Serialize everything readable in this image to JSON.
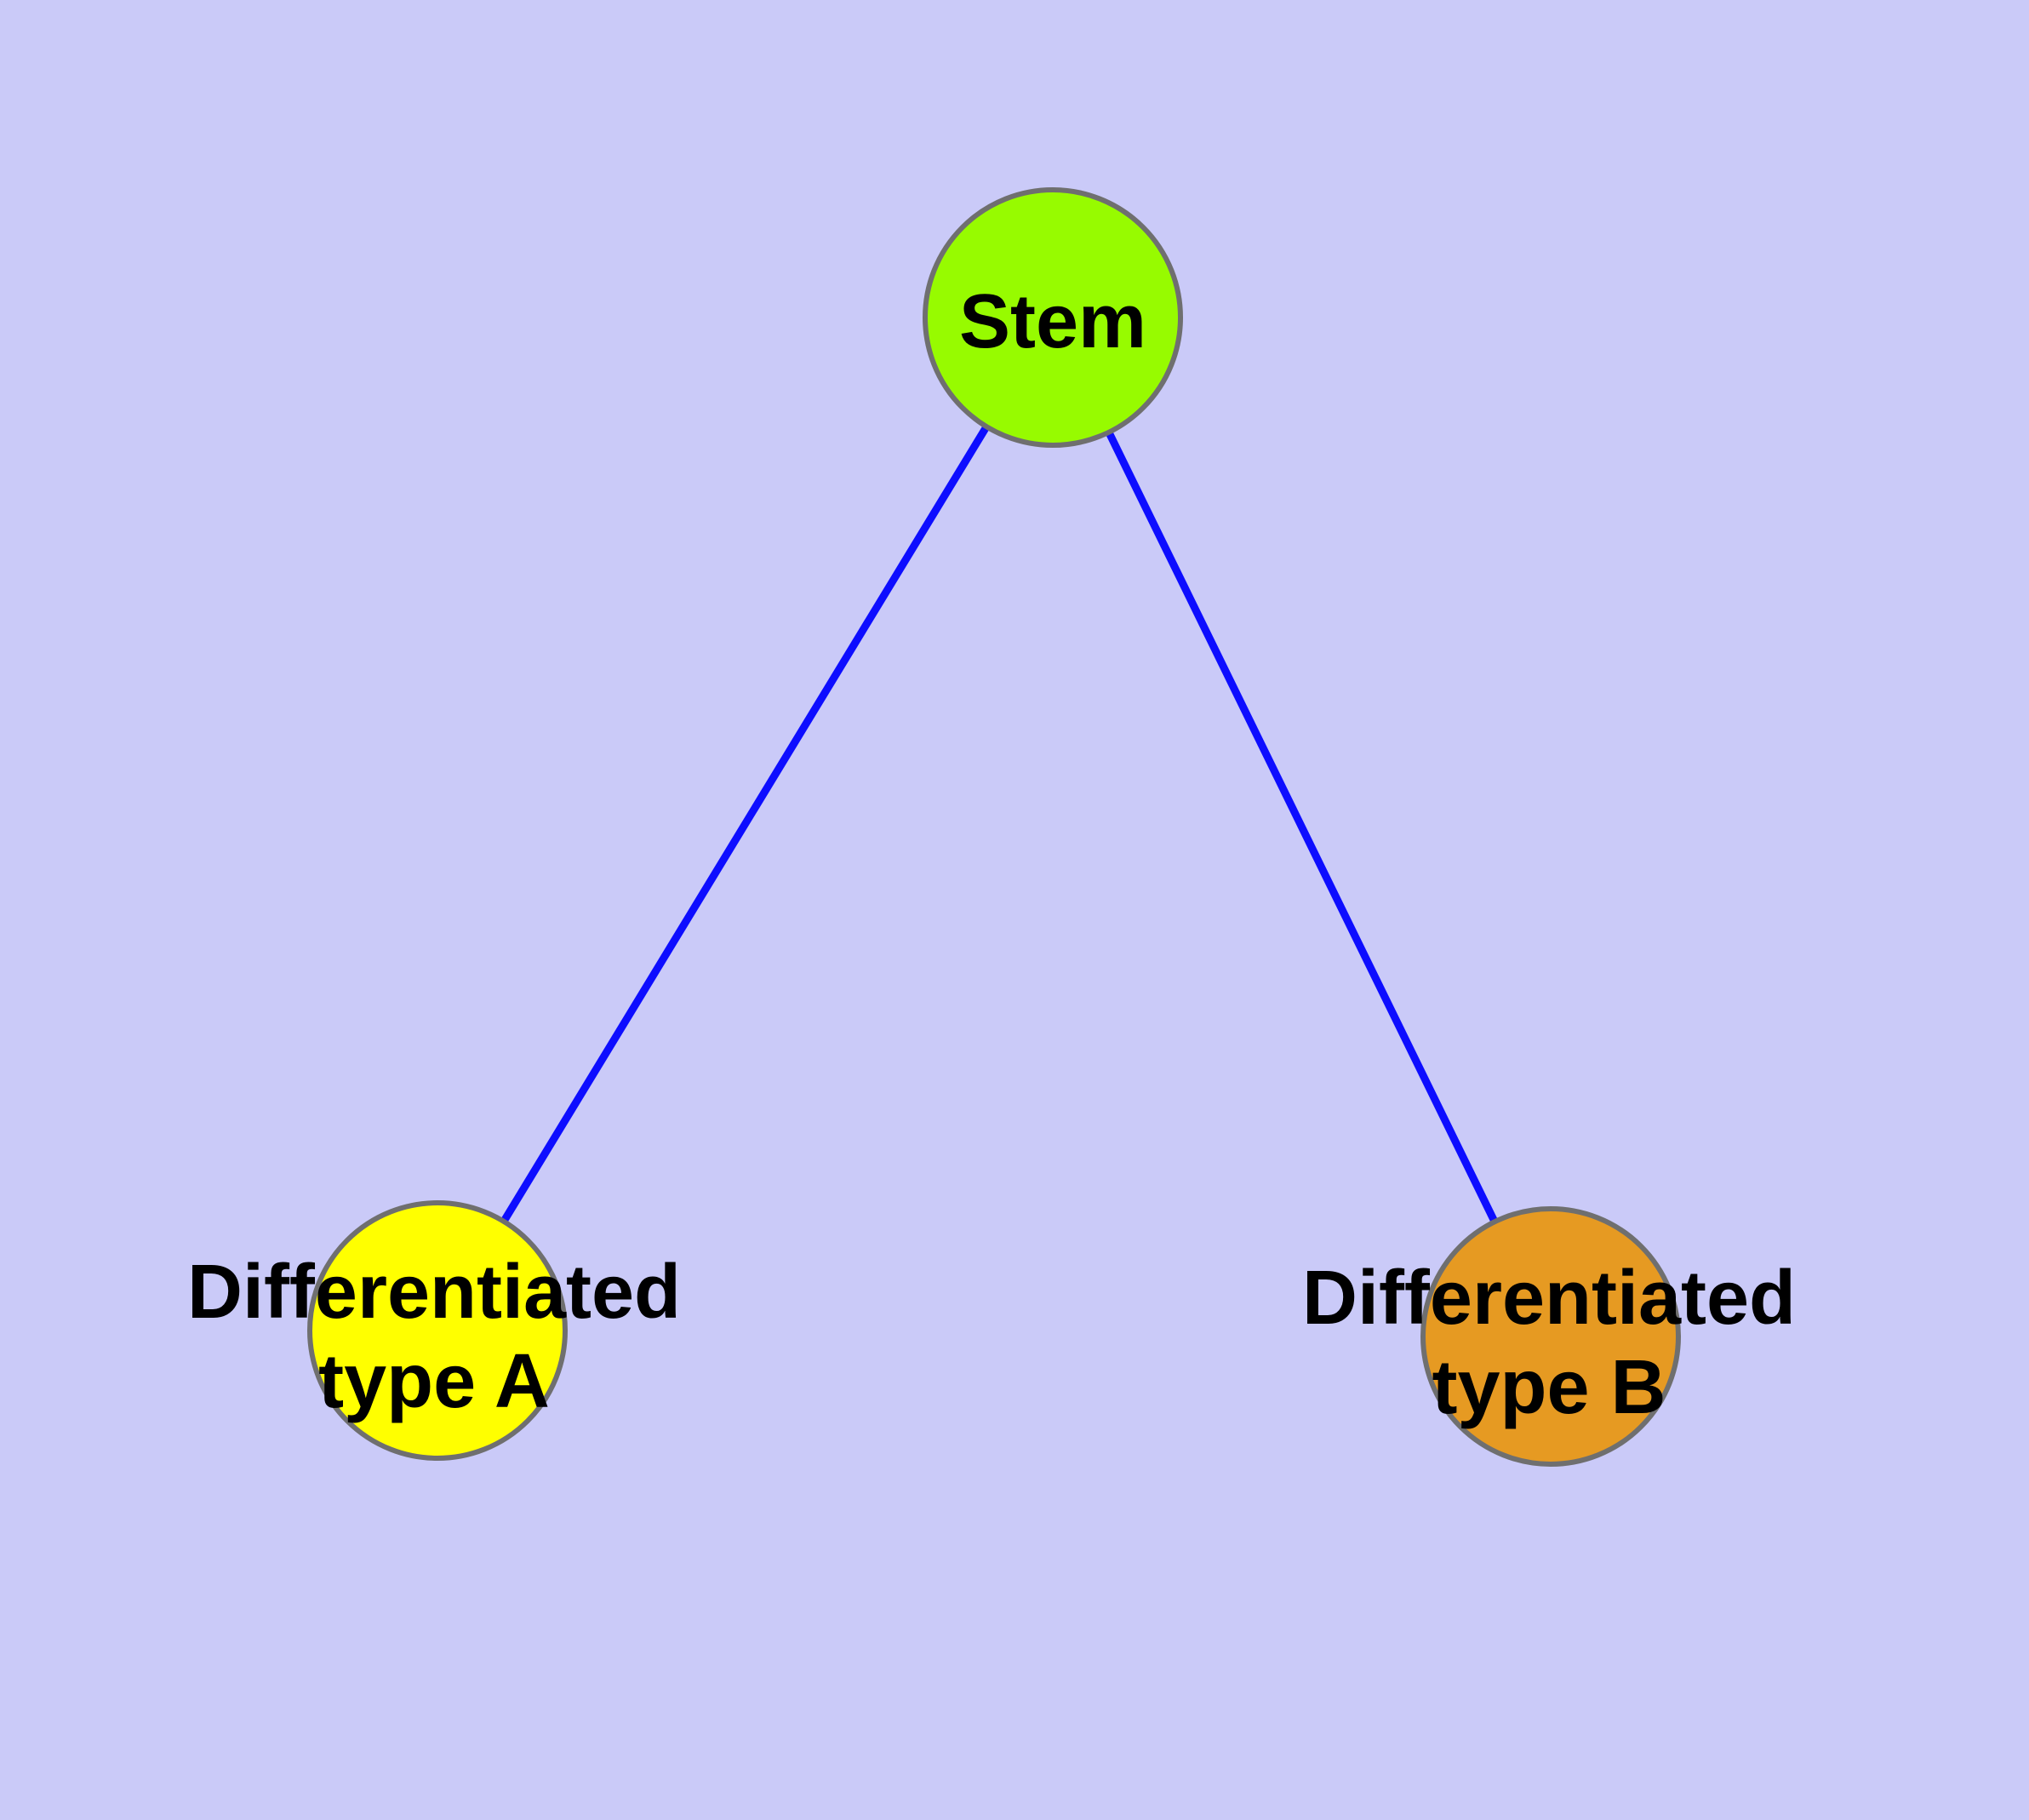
{
  "canvas": {
    "background_color": "#CACAF8"
  },
  "graph": {
    "type": "node-link-diagram",
    "edge_color": "#0D0DFF",
    "node_border_color": "#6F6F6F",
    "label_color": "#000000",
    "nodes": [
      {
        "id": "stem",
        "fill": "#97FB00",
        "label_lines": [
          "Stem"
        ]
      },
      {
        "id": "diff-a",
        "fill": "#FFFF00",
        "label_lines": [
          "Differentiated",
          "type A"
        ]
      },
      {
        "id": "diff-b",
        "fill": "#E69A22",
        "label_lines": [
          "Differentiated",
          "type B"
        ]
      }
    ],
    "edges": [
      {
        "from": "stem",
        "to": "diff-a"
      },
      {
        "from": "stem",
        "to": "diff-b"
      }
    ]
  }
}
